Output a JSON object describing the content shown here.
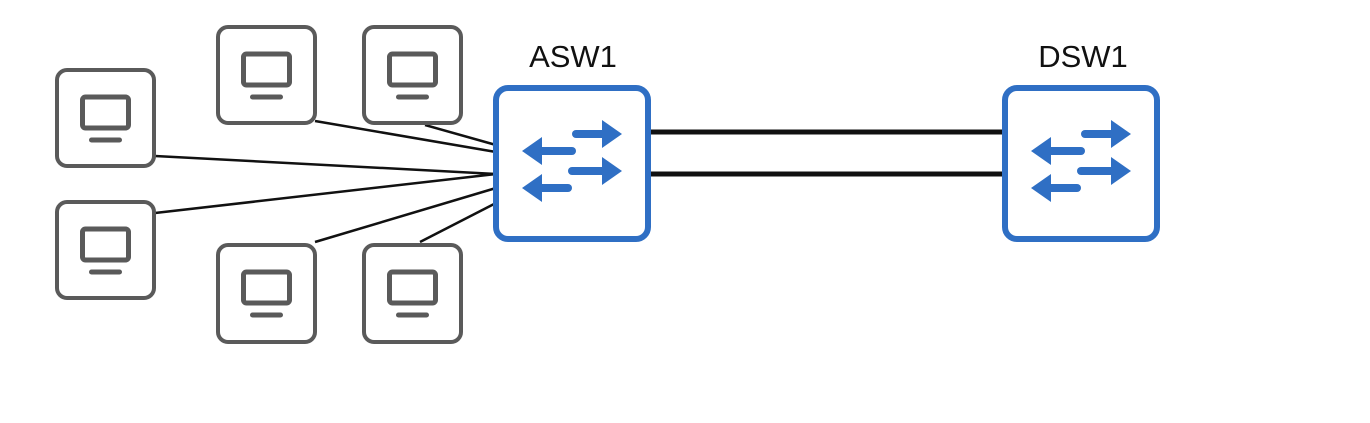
{
  "switches": [
    {
      "id": "asw1",
      "label": "ASW1",
      "icon": "switch-icon"
    },
    {
      "id": "dsw1",
      "label": "DSW1",
      "icon": "switch-icon"
    }
  ],
  "hosts": [
    {
      "id": "pc1",
      "icon": "pc-icon"
    },
    {
      "id": "pc2",
      "icon": "pc-icon"
    },
    {
      "id": "pc3",
      "icon": "pc-icon"
    },
    {
      "id": "pc4",
      "icon": "pc-icon"
    },
    {
      "id": "pc5",
      "icon": "pc-icon"
    },
    {
      "id": "pc6",
      "icon": "pc-icon"
    }
  ],
  "links": [
    {
      "from": "pc1",
      "to": "asw1"
    },
    {
      "from": "pc2",
      "to": "asw1"
    },
    {
      "from": "pc3",
      "to": "asw1"
    },
    {
      "from": "pc4",
      "to": "asw1"
    },
    {
      "from": "pc5",
      "to": "asw1"
    },
    {
      "from": "pc6",
      "to": "asw1"
    },
    {
      "from": "asw1",
      "to": "dsw1"
    },
    {
      "from": "asw1",
      "to": "dsw1"
    }
  ],
  "colors": {
    "switch": "#2f6fc4",
    "host": "#5a5a5a",
    "link": "#111111"
  }
}
